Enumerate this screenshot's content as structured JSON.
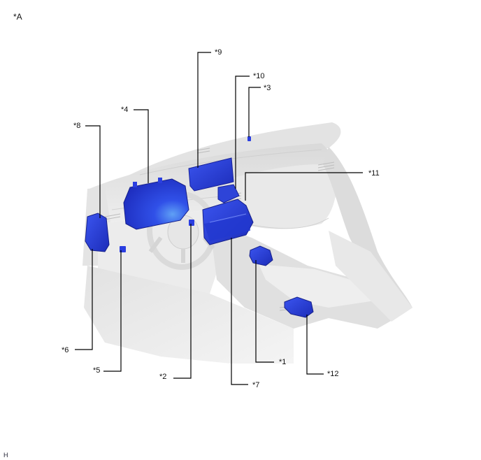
{
  "view_label": "*A",
  "corner_code": "H",
  "colors": {
    "component_blue": "#2a3ee0",
    "component_blue_dark": "#1a26a8",
    "component_blue_light": "#4f6df5",
    "interior_gray": "#e6e6e6",
    "interior_gray_dark": "#c9c9c9",
    "leader_line": "#000000"
  },
  "callouts": [
    {
      "id": "1",
      "label": "*1",
      "component": "center-console-module"
    },
    {
      "id": "2",
      "label": "*2",
      "component": "steering-pad-switch"
    },
    {
      "id": "3",
      "label": "*3",
      "component": "dash-top-sensor"
    },
    {
      "id": "4",
      "label": "*4",
      "component": "combination-meter"
    },
    {
      "id": "5",
      "label": "*5",
      "component": "lower-dash-connector"
    },
    {
      "id": "6",
      "label": "*6",
      "component": "side-ecu-lower"
    },
    {
      "id": "7",
      "label": "*7",
      "component": "center-audio-unit"
    },
    {
      "id": "8",
      "label": "*8",
      "component": "side-ecu-upper"
    },
    {
      "id": "9",
      "label": "*9",
      "component": "center-display"
    },
    {
      "id": "10",
      "label": "*10",
      "component": "display-bracket"
    },
    {
      "id": "11",
      "label": "*11",
      "component": "center-panel-housing"
    },
    {
      "id": "12",
      "label": "*12",
      "component": "rear-console-module"
    }
  ]
}
